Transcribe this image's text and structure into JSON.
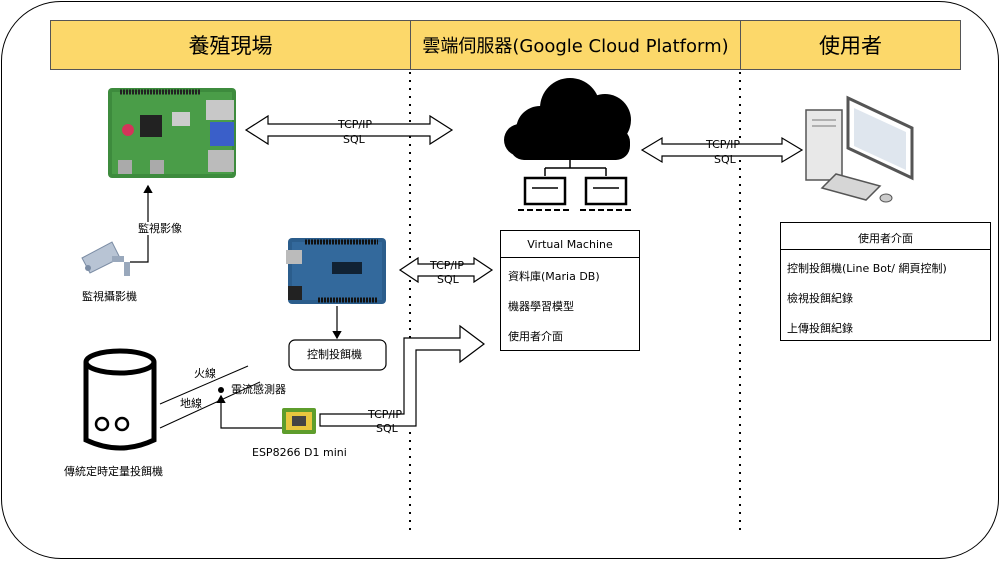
{
  "headers": {
    "farm": "養殖現場",
    "cloud": "雲端伺服器(Google Cloud Platform)",
    "user": "使用者"
  },
  "links": {
    "protocol": "TCP/IP",
    "format": "SQL"
  },
  "farm": {
    "camera_arrow_label": "監視影像",
    "camera_label": "監視攝影機",
    "feeder_control_label": "控制投餌機",
    "traditional_feeder_label": "傳統定時定量投餌機",
    "live_wire_label": "火線",
    "ground_wire_label": "地線",
    "current_sensor_label": "電流感測器",
    "esp_label": "ESP8266 D1 mini"
  },
  "vm": {
    "title": "Virtual Machine",
    "items": [
      "資料庫(Maria DB)",
      "機器學習模型",
      "使用者介面"
    ]
  },
  "user_panel": {
    "title": "使用者介面",
    "items": [
      "控制投餌機(Line Bot/ 網頁控制)",
      "檢視投餌紀錄",
      "上傳投餌紀錄"
    ]
  },
  "colors": {
    "header_bg": "#fcd86a",
    "pcb_green": "#3d8b3d",
    "arduino_blue": "#2b5d8c",
    "cloud_black": "#000000"
  }
}
